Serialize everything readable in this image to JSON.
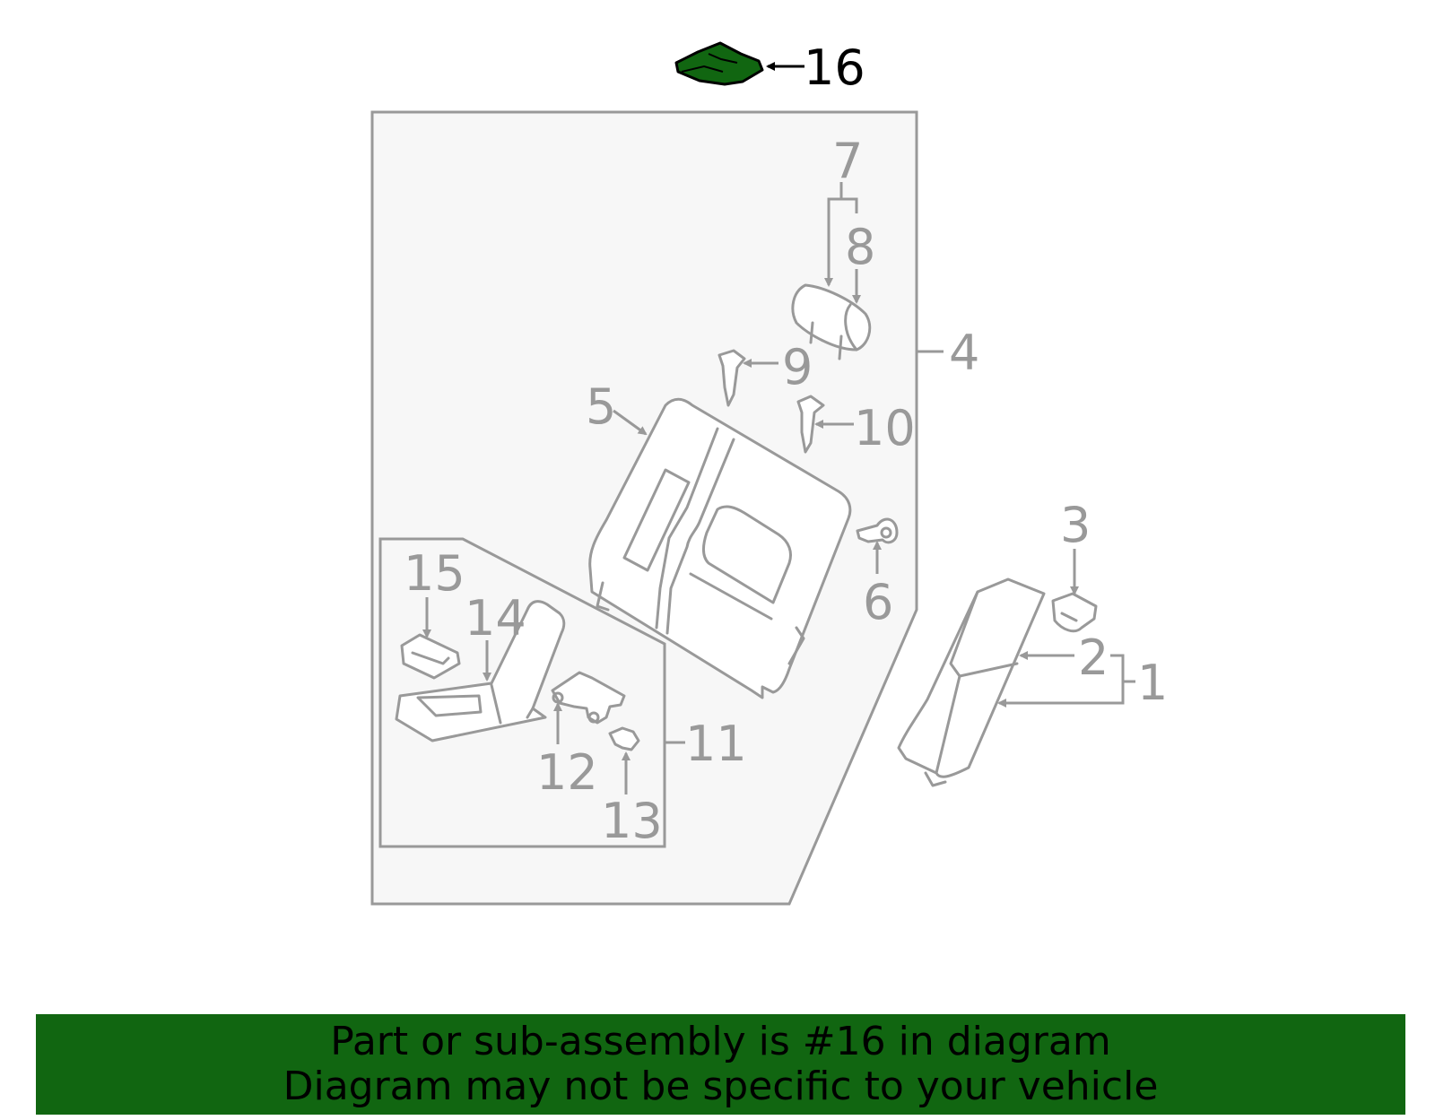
{
  "labels": {
    "l1": "1",
    "l2": "2",
    "l3": "3",
    "l4": "4",
    "l5": "5",
    "l6": "6",
    "l7": "7",
    "l8": "8",
    "l9": "9",
    "l10": "10",
    "l11": "11",
    "l12": "12",
    "l13": "13",
    "l14": "14",
    "l15": "15",
    "l16": "16"
  },
  "highlighted_part": "16",
  "highlight_color": "#116611",
  "line_color": "#999999",
  "banner": {
    "line1": "Part or sub-assembly is #16 in diagram",
    "line2": "Diagram may not be specific to your vehicle"
  }
}
